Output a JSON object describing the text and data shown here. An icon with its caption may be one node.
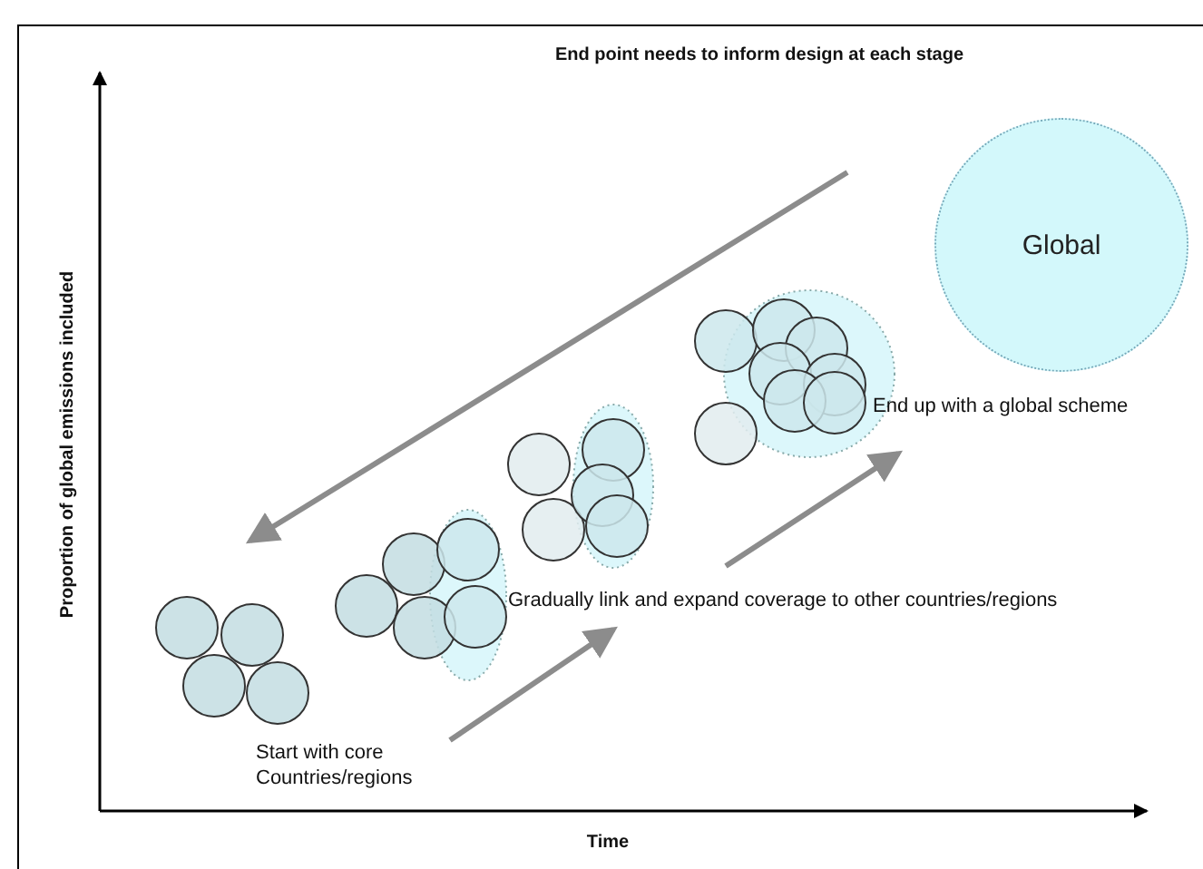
{
  "diagram": {
    "nodes": [
      {
        "text": [
          "Global"
        ]
      }
    ],
    "edges": [],
    "labels": [
      "End point needs to inform design at each stage",
      "End up with a global scheme",
      "Gradually link and expand coverage to other countries/regions",
      "Start with core Countries/regions",
      "Proportion of global emissions included",
      "Time"
    ]
  }
}
